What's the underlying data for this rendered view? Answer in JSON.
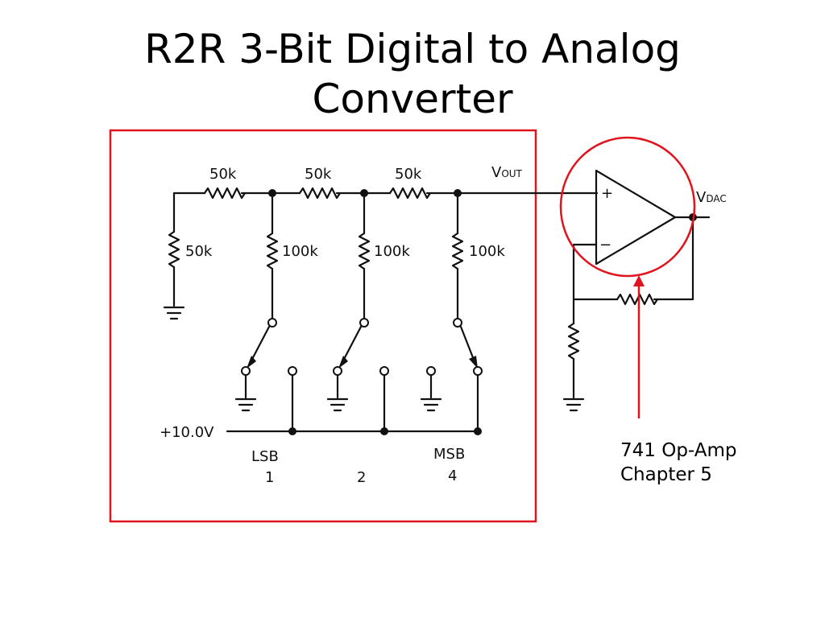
{
  "slide": {
    "title_line1": "R2R 3-Bit Digital to Analog",
    "title_line2": "Converter"
  },
  "circuit": {
    "series_resistors": [
      "50k",
      "50k",
      "50k"
    ],
    "termination_resistor": "50k",
    "branch_resistors": [
      "100k",
      "100k",
      "100k"
    ],
    "vout_label": "V",
    "vout_sub": "OUT",
    "vdac_label": "V",
    "vdac_sub": "DAC",
    "opamp_plus": "+",
    "opamp_minus": "−",
    "supply_label": "+10.0V",
    "lsb_label": "LSB",
    "msb_label": "MSB",
    "bit_weights": [
      "1",
      "2",
      "4"
    ]
  },
  "annotation": {
    "line1": "741 Op-Amp",
    "line2": "Chapter 5"
  },
  "colors": {
    "highlight": "#e0141e",
    "ink": "#111111"
  }
}
